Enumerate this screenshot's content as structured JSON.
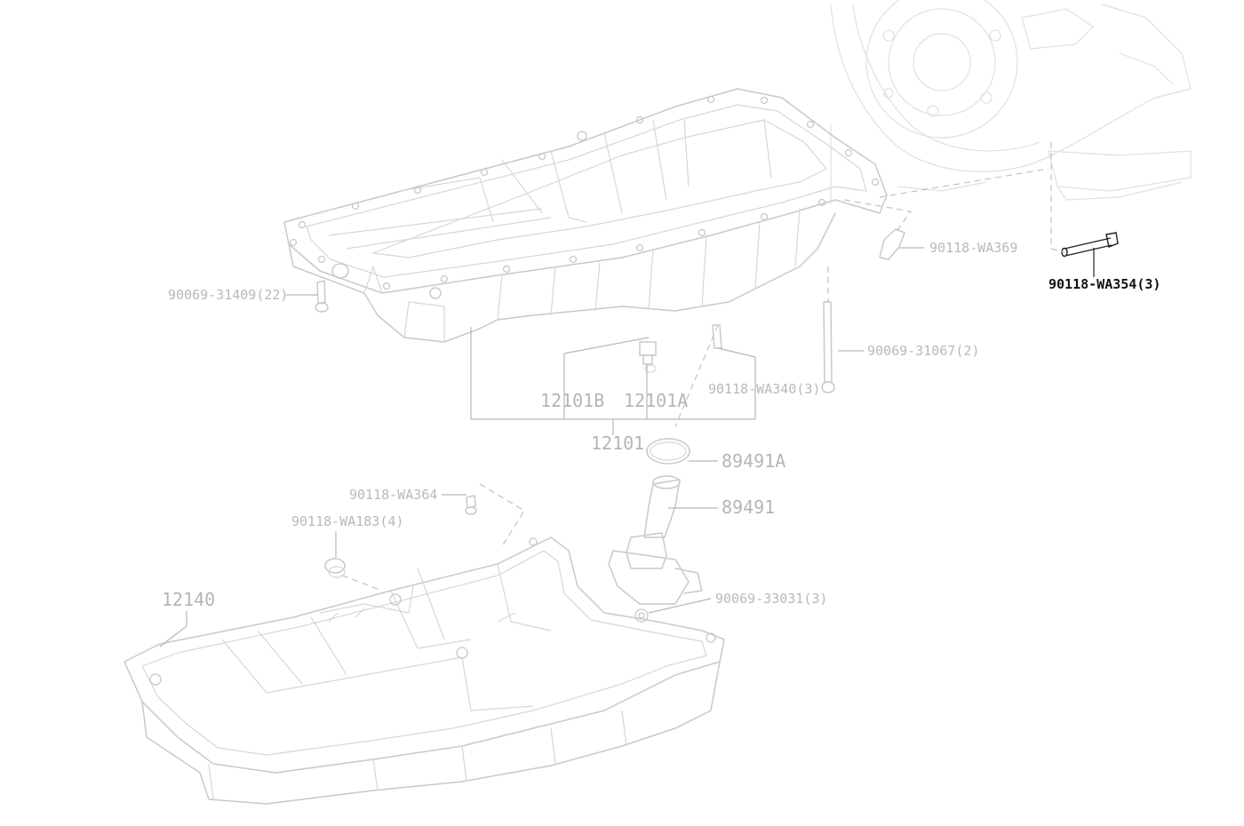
{
  "diagram": {
    "callouts": [
      {
        "id": "c1",
        "text": "90118-WA369",
        "highlight": false
      },
      {
        "id": "c2",
        "text": "90118-WA354(3)",
        "highlight": true
      },
      {
        "id": "c3",
        "text": "90069-31409(22)",
        "highlight": false
      },
      {
        "id": "c4",
        "text": "90069-31067(2)",
        "highlight": false
      },
      {
        "id": "c5",
        "text": "90118-WA340(3)",
        "highlight": false
      },
      {
        "id": "c6",
        "text": "12101B",
        "highlight": false
      },
      {
        "id": "c7",
        "text": "12101A",
        "highlight": false
      },
      {
        "id": "c8",
        "text": "12101",
        "highlight": false
      },
      {
        "id": "c9",
        "text": "89491A",
        "highlight": false
      },
      {
        "id": "c10",
        "text": "89491",
        "highlight": false
      },
      {
        "id": "c11",
        "text": "90118-WA364",
        "highlight": false
      },
      {
        "id": "c12",
        "text": "90118-WA183(4)",
        "highlight": false
      },
      {
        "id": "c13",
        "text": "12140",
        "highlight": false
      },
      {
        "id": "c14",
        "text": "90069-33031(3)",
        "highlight": false
      }
    ],
    "colors": {
      "line_art": "#c9c9c9",
      "label_muted": "#b9b9b9",
      "label_highlight": "#111111",
      "background": "#ffffff"
    }
  }
}
